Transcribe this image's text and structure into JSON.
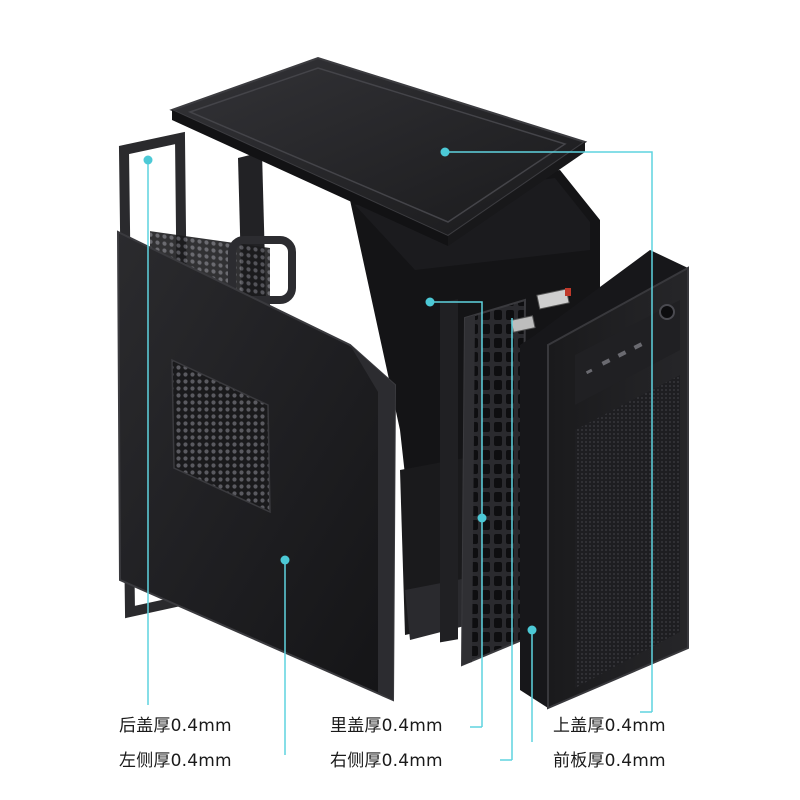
{
  "callouts": {
    "back_cover": "后盖厚0.4mm",
    "left_side": "左侧厚0.4mm",
    "inner_cover": "里盖厚0.4mm",
    "right_side": "右侧厚0.4mm",
    "top_cover": "上盖厚0.4mm",
    "front_panel": "前板厚0.4mm"
  },
  "colors": {
    "callout_line": "#5fd3df",
    "callout_dot": "#4cc9d6",
    "metal_dark": "#1c1c1e",
    "metal_mid": "#2a2a2d",
    "metal_edge": "#3a3a3e"
  }
}
